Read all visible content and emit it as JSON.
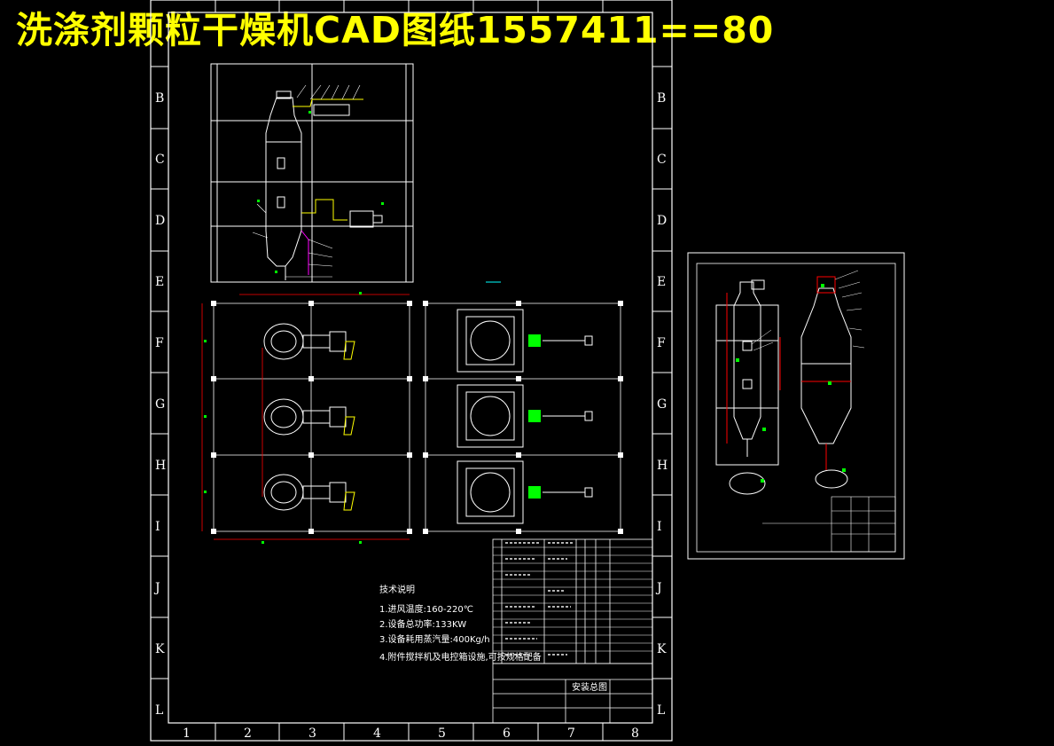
{
  "title": "洗涤剂颗粒干燥机CAD图纸1557411==80",
  "main_sheet": {
    "column_labels": [
      "1",
      "2",
      "3",
      "4",
      "5",
      "6",
      "7",
      "8"
    ],
    "row_labels": [
      "B",
      "C",
      "D",
      "E",
      "F",
      "G",
      "H",
      "I",
      "J",
      "K",
      "L"
    ],
    "tech_notes": {
      "heading": "技术说明",
      "lines": [
        "1.进风温度:160-220℃",
        "2.设备总功率:133KW",
        "3.设备耗用蒸汽量:400Kg/h",
        "4.附件搅拌机及电控箱设施,可按规格配备"
      ]
    },
    "title_block": {
      "drawing_name": "安装总图"
    }
  },
  "colors": {
    "background": "#000000",
    "title_text": "#ffff00",
    "frame_line": "#ffffff",
    "dimension_line": "#ff0000",
    "accent_green": "#00ff00",
    "accent_cyan": "#00ffff",
    "accent_magenta": "#ff00ff"
  }
}
